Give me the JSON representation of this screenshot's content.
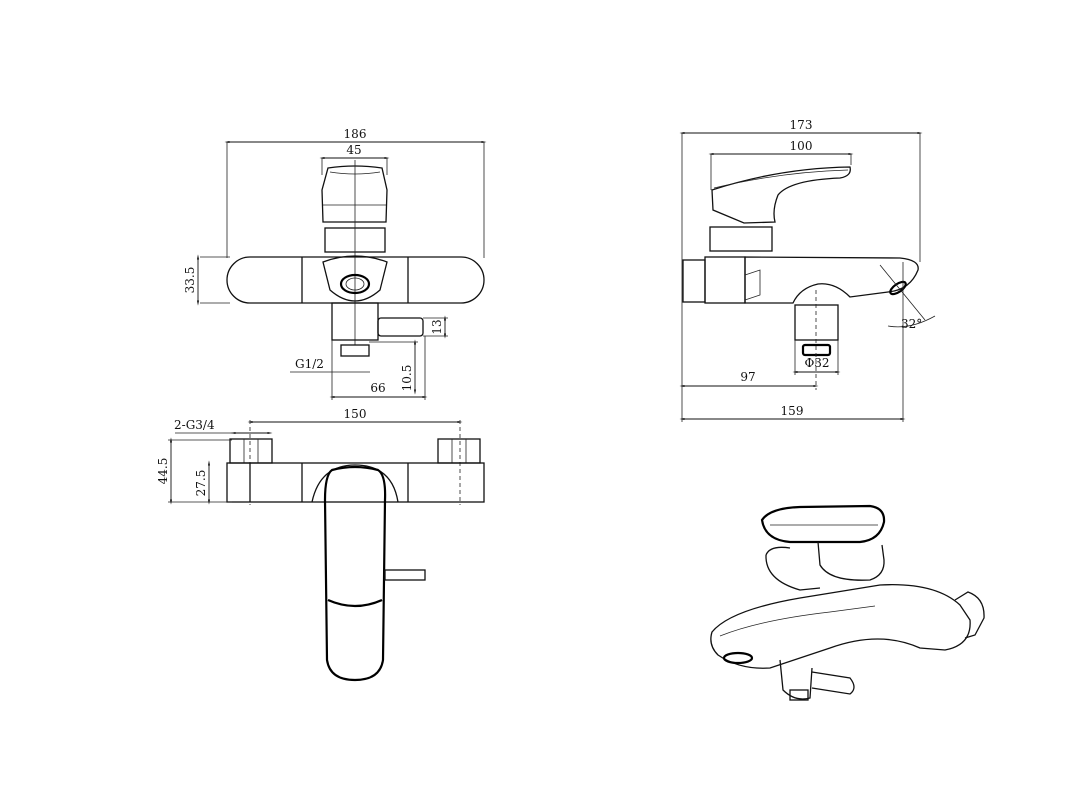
{
  "front_view": {
    "overall_width": "186",
    "handle_width": "45",
    "body_height": "33.5",
    "diverter_dia": "13",
    "outlet_thread": "G1/2",
    "outlet_offset": "10.5",
    "diverter_reach": "66"
  },
  "side_view": {
    "overall_depth": "173",
    "handle_length": "100",
    "outlet_axis": "97",
    "outlet_dia": "Φ32",
    "spout_reach": "159",
    "spout_angle": "32°"
  },
  "top_view": {
    "inlet_centers": "150",
    "inlet_thread": "2-G3/4",
    "total_height": "44.5",
    "body_height": "27.5"
  }
}
